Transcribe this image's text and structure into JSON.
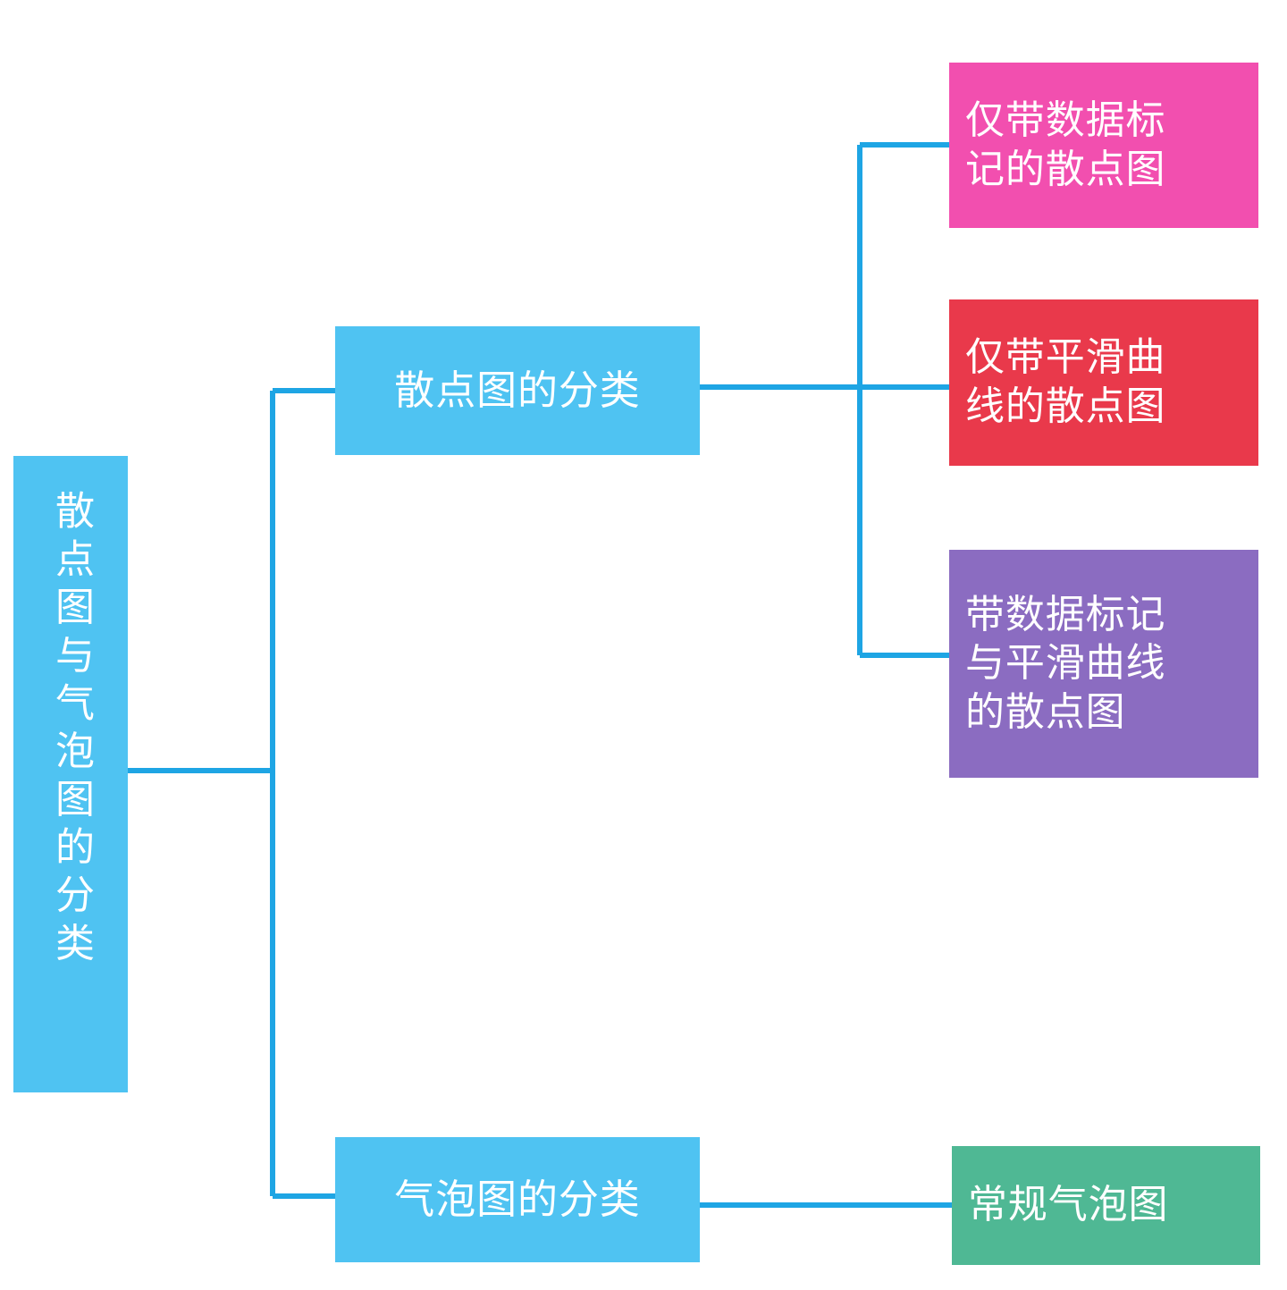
{
  "diagram": {
    "type": "mind-map",
    "title": "散点图与气泡图的分类",
    "orientation": "left-to-right",
    "background": "#FFFFFF",
    "connector_color": "#1EA5E4",
    "connector_width": 6
  },
  "root": {
    "label": "散点图与气泡图的分类",
    "color": "#4FC3F2",
    "text_color": "#FFFFFF",
    "orientation": "vertical"
  },
  "branches": [
    {
      "id": "scatter",
      "label": "散点图的分类",
      "color": "#4FC3F2",
      "text_color": "#FFFFFF",
      "children": [
        {
          "id": "marker-only",
          "label": "仅带数据标\n记的散点图",
          "color": "#F24FAF",
          "text_color": "#FFFFFF"
        },
        {
          "id": "smooth-only",
          "label": "仅带平滑曲\n线的散点图",
          "color": "#E9394B",
          "text_color": "#FFFFFF"
        },
        {
          "id": "marker-smooth",
          "label": "带数据标记\n与平滑曲线\n的散点图",
          "color": "#8B6CC1",
          "text_color": "#FFFFFF"
        }
      ]
    },
    {
      "id": "bubble",
      "label": "气泡图的分类",
      "color": "#4FC3F2",
      "text_color": "#FFFFFF",
      "children": [
        {
          "id": "regular-bubble",
          "label": "常规气泡图",
          "color": "#4FB894",
          "text_color": "#FFFFFF"
        }
      ]
    }
  ]
}
